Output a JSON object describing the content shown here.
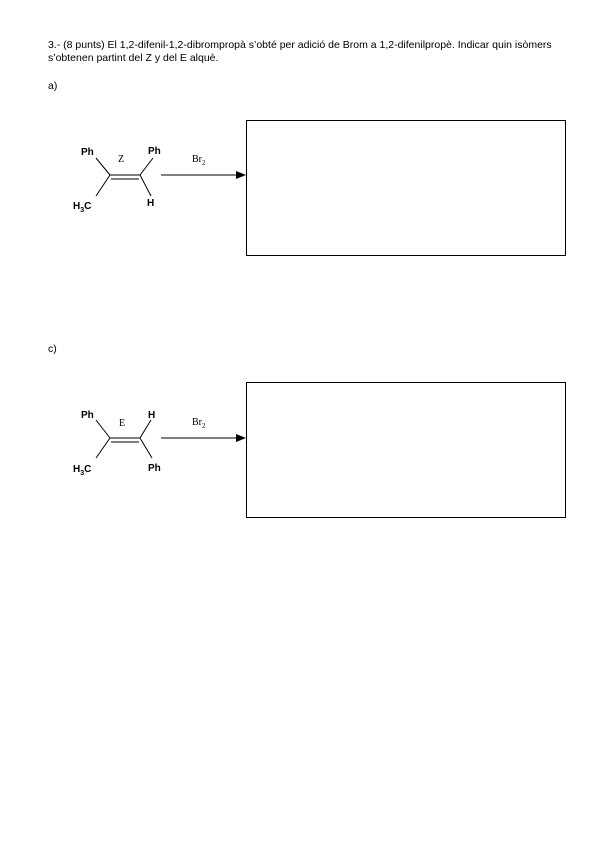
{
  "question": {
    "text": "3.- (8 punts) El 1,2-difenil-1,2-dibrompropà s’obté per adició de Brom a 1,2-difenilpropè. Indicar quin isòmers s’obtenen partint del Z y del E alquè."
  },
  "parts": [
    {
      "label": "a)",
      "isomer": "Z",
      "top_left": "Ph",
      "top_right": "Ph",
      "bottom_left_main": "H",
      "bottom_left_sub": "3",
      "bottom_left_tail": "C",
      "bottom_right": "H",
      "reagent_main": "Br",
      "reagent_sub": "2"
    },
    {
      "label": "c)",
      "isomer": "E",
      "top_left": "Ph",
      "top_right": "H",
      "bottom_left_main": "H",
      "bottom_left_sub": "3",
      "bottom_left_tail": "C",
      "bottom_right": "Ph",
      "reagent_main": "Br",
      "reagent_sub": "2"
    }
  ]
}
